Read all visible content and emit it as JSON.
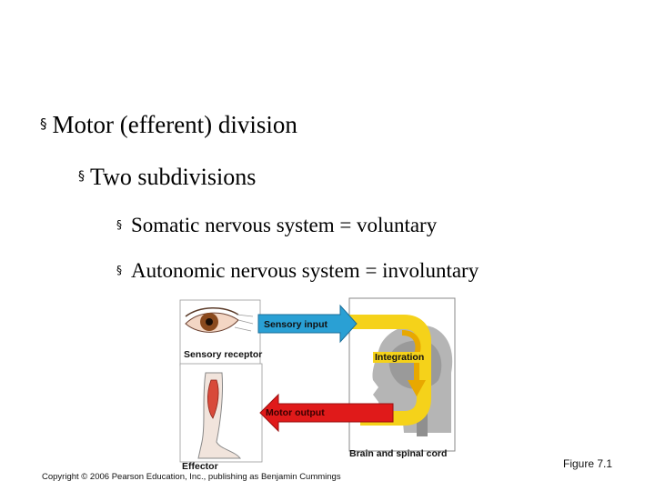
{
  "slide": {
    "bullets": [
      {
        "marker": "§",
        "text": "Motor (efferent) division"
      },
      {
        "marker": "§",
        "text": "Two subdivisions"
      },
      {
        "marker": "§",
        "text": "Somatic nervous system = voluntary"
      },
      {
        "marker": "§",
        "text": "Autonomic nervous system = involuntary"
      }
    ],
    "figure": {
      "labels": {
        "sensory_input": "Sensory input",
        "sensory_receptor": "Sensory receptor",
        "integration": "Integration",
        "motor_output": "Motor output",
        "effector": "Effector",
        "brain_spinal_cord": "Brain and spinal cord"
      },
      "colors": {
        "sensory_arrow": "#2aa0d4",
        "motor_arrow": "#e01a1a",
        "integration_loop": "#f5d21a",
        "brain_gray": "#b5b5b5"
      }
    },
    "copyright": "Copyright © 2006 Pearson Education, Inc., publishing as Benjamin Cummings",
    "figure_number": "Figure 7.1"
  }
}
